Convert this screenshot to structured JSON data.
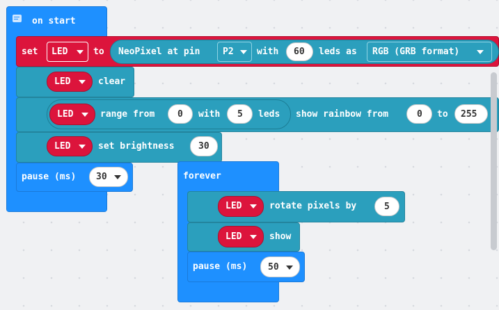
{
  "on_start": {
    "label": "on start",
    "set_keyword": "set",
    "variable": "LED",
    "to_keyword": "to",
    "neopixel_label": "NeoPixel at pin",
    "pin": "P2",
    "with_label": "with",
    "led_count": "60",
    "leds_as_label": "leds as",
    "format": "RGB (GRB format)",
    "clear_label": "clear",
    "range_from_label": "range from",
    "range_from_value": "0",
    "range_with_label": "with",
    "range_count": "5",
    "range_leds_label": "leds",
    "show_rainbow_label": "show rainbow from",
    "rainbow_from": "0",
    "rainbow_to_label": "to",
    "rainbow_to": "255",
    "brightness_label": "set brightness",
    "brightness_value": "30",
    "pause_label": "pause (ms)",
    "pause_value": "30"
  },
  "forever": {
    "label": "forever",
    "variable": "LED",
    "rotate_label": "rotate pixels by",
    "rotate_value": "5",
    "show_label": "show",
    "pause_label": "pause (ms)",
    "pause_value": "50"
  },
  "icons": {
    "comment": "comment-icon",
    "dropdown": "caret-down-icon"
  }
}
